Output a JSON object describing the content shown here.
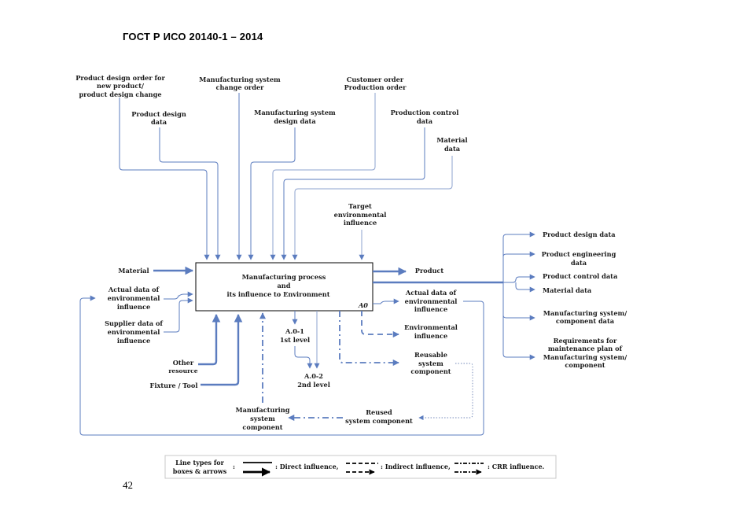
{
  "header": {
    "title": "ГОСТ Р ИСО 20140-1 – 2014"
  },
  "page_number": "42",
  "process_box": {
    "title_line1": "Manufacturing process",
    "title_line2": "and",
    "title_line3": "its influence to Environment",
    "node_id": "A0"
  },
  "controls": [
    {
      "lines": [
        "Product design order for",
        "new product/",
        "product design change"
      ]
    },
    {
      "lines": [
        "Product design",
        "data"
      ]
    },
    {
      "lines": [
        "Manufacturing system",
        "change order"
      ]
    },
    {
      "lines": [
        "Manufacturing system",
        "design data"
      ]
    },
    {
      "lines": [
        "Customer order",
        "Production order"
      ]
    },
    {
      "lines": [
        "Production control",
        "data"
      ]
    },
    {
      "lines": [
        "Material",
        "data"
      ]
    },
    {
      "lines": [
        "Target",
        "environmental",
        "influence"
      ]
    }
  ],
  "inputs": [
    {
      "lines": [
        "Material"
      ]
    },
    {
      "lines": [
        "Actual data of",
        "environmental",
        "influence"
      ]
    },
    {
      "lines": [
        "Supplier data of",
        "environmental",
        "influence"
      ]
    }
  ],
  "mechanisms": [
    {
      "lines": [
        "Other",
        "resource"
      ]
    },
    {
      "lines": [
        "Fixture / Tool"
      ]
    },
    {
      "lines": [
        "Manufacturing",
        "system",
        "component"
      ]
    }
  ],
  "decomposition": [
    {
      "lines": [
        "A.0-1",
        "1st level"
      ]
    },
    {
      "lines": [
        "A.0-2",
        "2nd level"
      ]
    }
  ],
  "outputs": [
    {
      "lines": [
        "Product"
      ]
    },
    {
      "lines": [
        "Actual data of",
        "environmental",
        "influence"
      ]
    },
    {
      "lines": [
        "Environmental",
        "influence"
      ]
    },
    {
      "lines": [
        "Reusable",
        "system",
        "component"
      ]
    },
    {
      "lines": [
        "Reused",
        "system component"
      ]
    }
  ],
  "output_data": [
    {
      "lines": [
        "Product design data"
      ]
    },
    {
      "lines": [
        "Product engineering",
        "data"
      ]
    },
    {
      "lines": [
        "Product control data"
      ]
    },
    {
      "lines": [
        "Material data"
      ]
    },
    {
      "lines": [
        "Manufacturing system/",
        "component data"
      ]
    },
    {
      "lines": [
        "Requirements for",
        "maintenance plan of",
        "Manufacturing system/",
        "component"
      ]
    }
  ],
  "legend": {
    "title_line1": "Line types for",
    "title_line2": "boxes & arrows",
    "colon": ":",
    "direct": ": Direct influence,",
    "indirect": ": Indirect influence,",
    "crr": ": CRR influence."
  },
  "colors": {
    "arrow": "#5b7cbf",
    "box_border": "#000000"
  }
}
